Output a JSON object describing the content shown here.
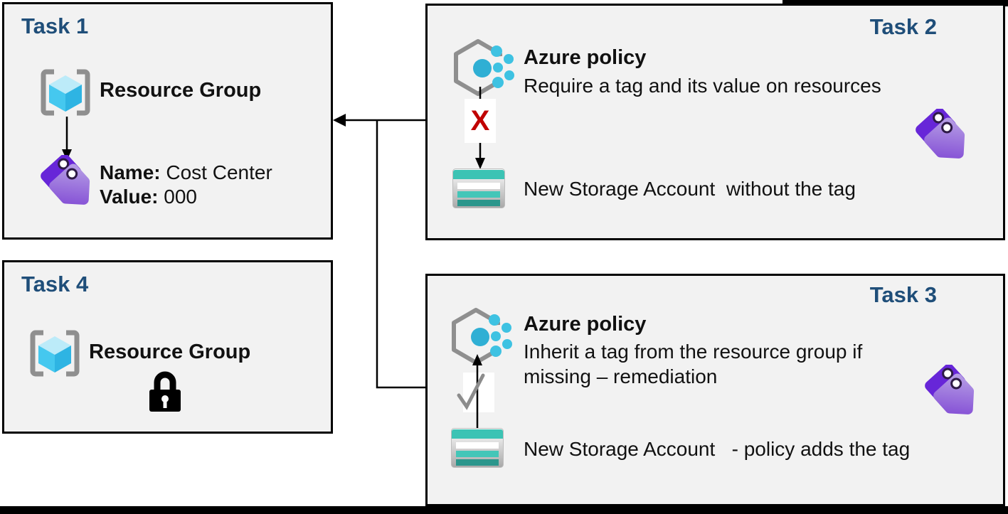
{
  "colors": {
    "heading": "#1F4E79",
    "box_background": "#F2F2F2",
    "box_border": "#000000",
    "deny_x": "#C00000",
    "storage_teal": "#3CC3B4",
    "tag_purple": "#7C44D4",
    "policy_cyan": "#35B8DC"
  },
  "task1": {
    "title": "Task 1",
    "resource_group_label": "Resource Group",
    "tag_name_label": "Name:",
    "tag_name_value": " Cost Center",
    "tag_value_label": "Value:",
    "tag_value_value": " 000"
  },
  "task2": {
    "title": "Task 2",
    "policy_title": "Azure policy",
    "policy_description": "Require a tag and its value on resources",
    "deny_marker": "X",
    "storage_label": "New Storage Account  without the tag"
  },
  "task3": {
    "title": "Task 3",
    "policy_title": "Azure policy",
    "policy_description_line1": "Inherit a tag from the resource group if",
    "policy_description_line2": "missing – remediation",
    "storage_label": "New Storage Account   - policy adds the tag"
  },
  "task4": {
    "title": "Task 4",
    "resource_group_label": "Resource Group"
  }
}
